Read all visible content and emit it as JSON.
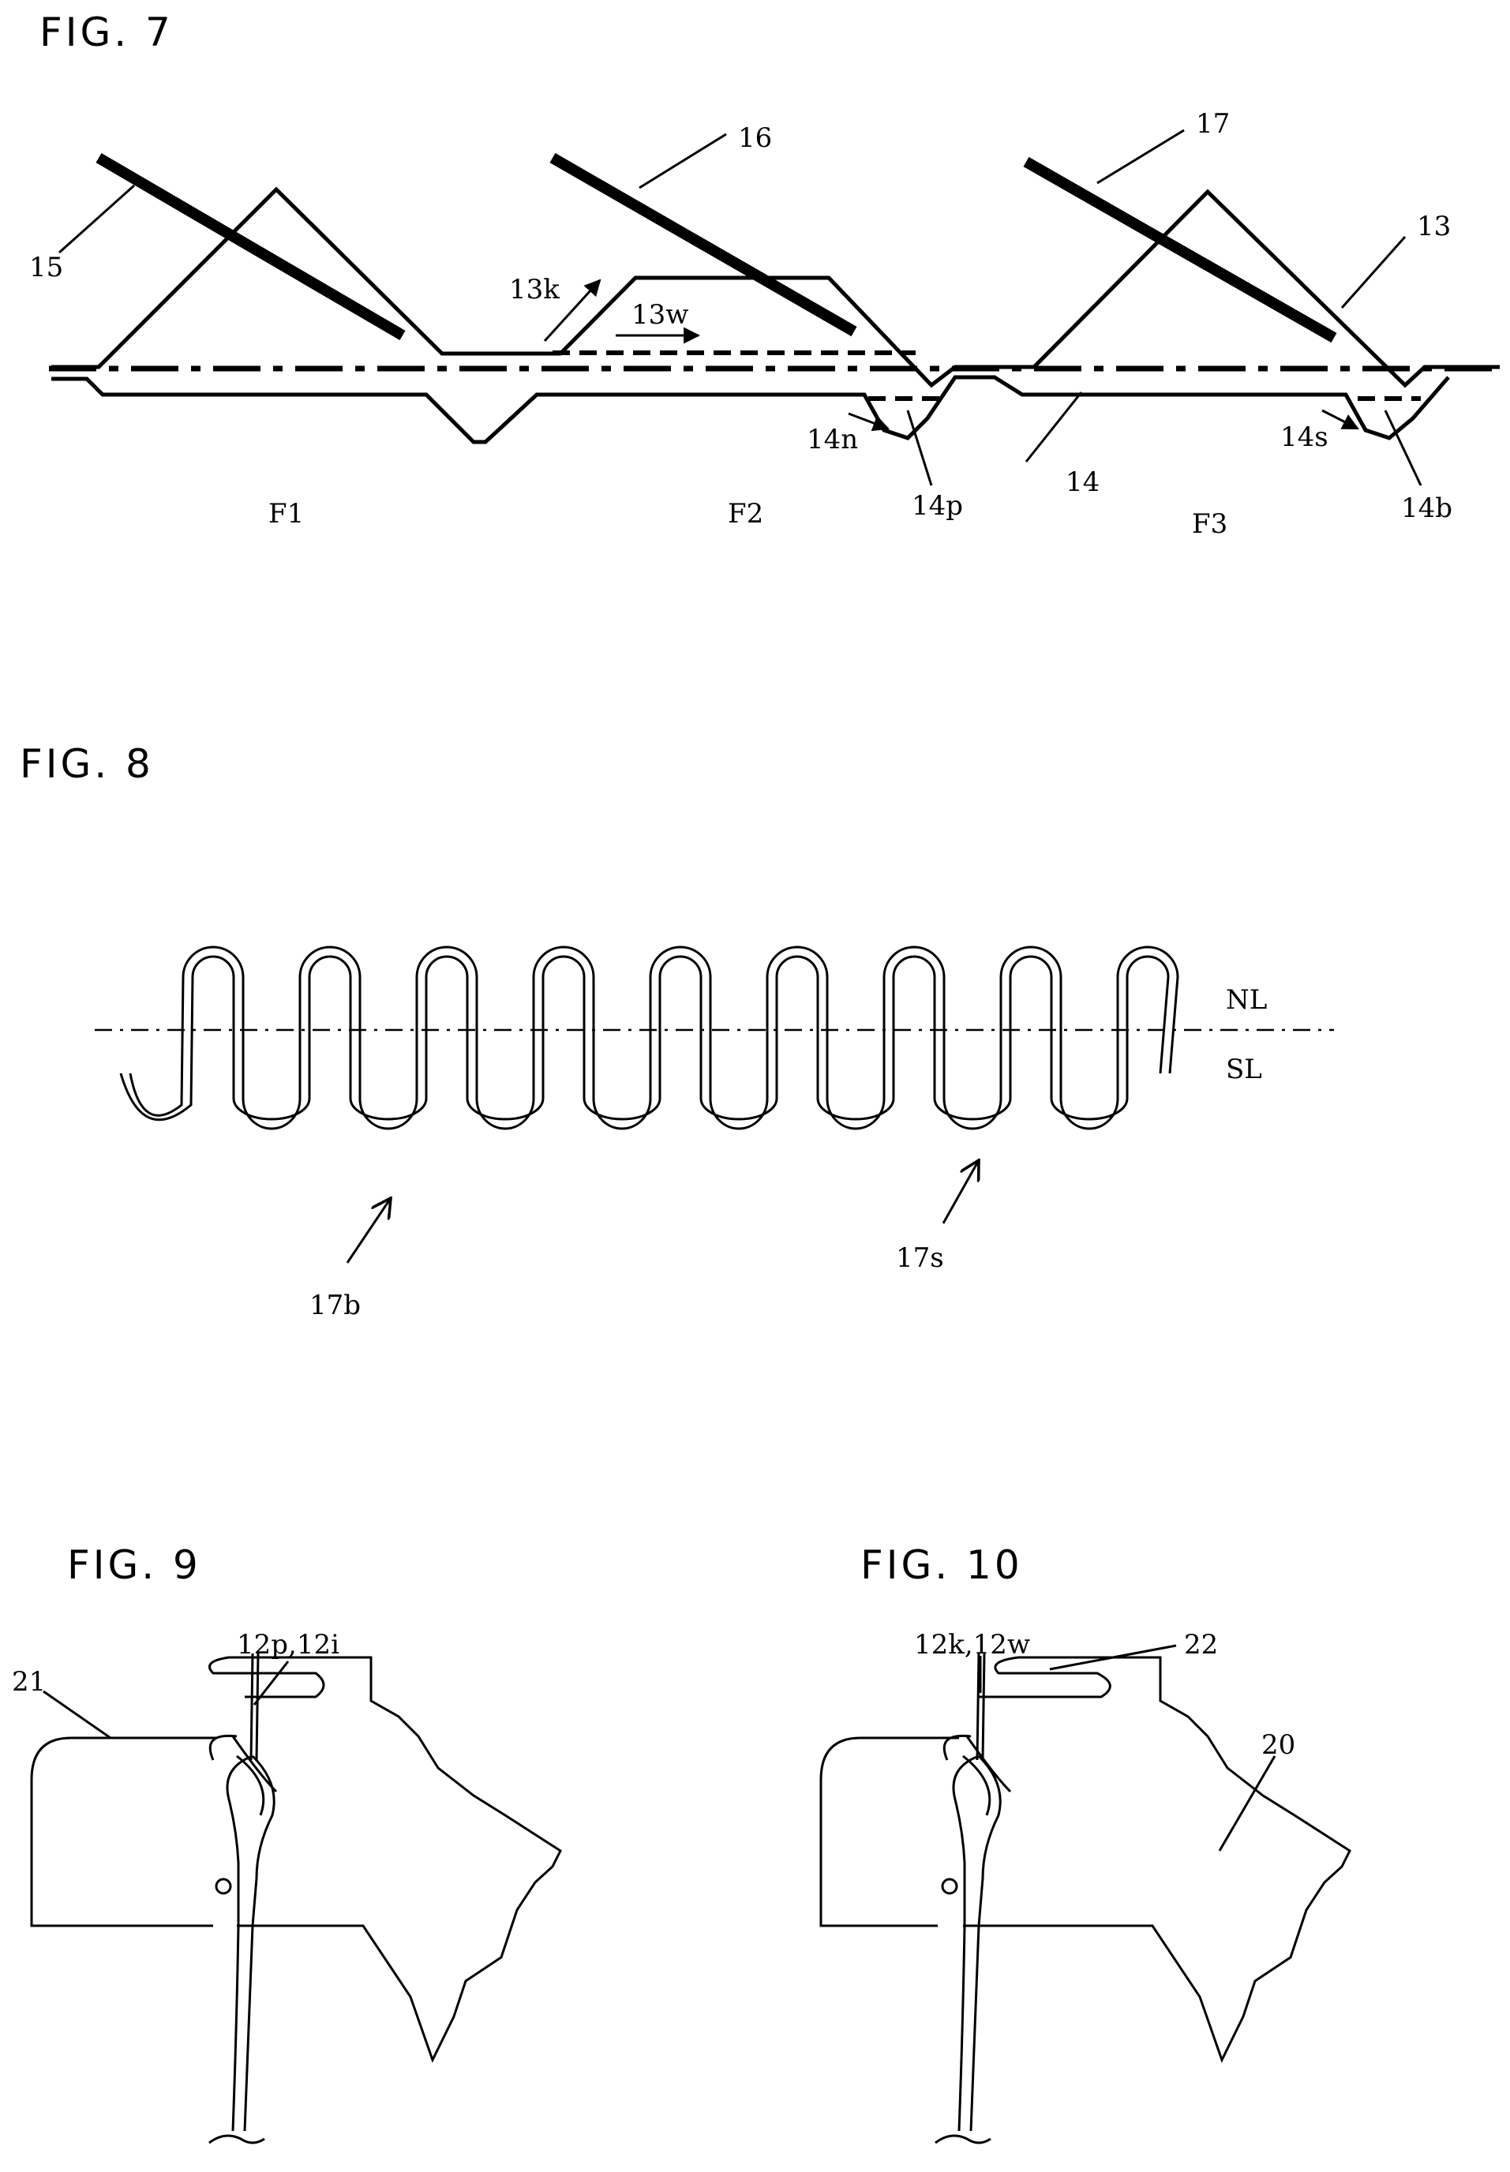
{
  "fig7": {
    "title": "FIG. 7",
    "labels": {
      "l15": "15",
      "l16": "16",
      "l17": "17",
      "l13": "13",
      "l13k": "13k",
      "l13w": "13w",
      "l14n": "14n",
      "l14p": "14p",
      "l14": "14",
      "l14s": "14s",
      "l14b": "14b",
      "f1": "F1",
      "f2": "F2",
      "f3": "F3"
    }
  },
  "fig8": {
    "title": "FIG. 8",
    "labels": {
      "nl": "NL",
      "sl": "SL",
      "l17b": "17b",
      "l17s": "17s"
    }
  },
  "fig9": {
    "title": "FIG. 9",
    "labels": {
      "l21": "21",
      "l12pi": "12p,12i"
    }
  },
  "fig10": {
    "title": "FIG. 10",
    "labels": {
      "l12kw": "12k,12w",
      "l22": "22",
      "l20": "20"
    }
  }
}
